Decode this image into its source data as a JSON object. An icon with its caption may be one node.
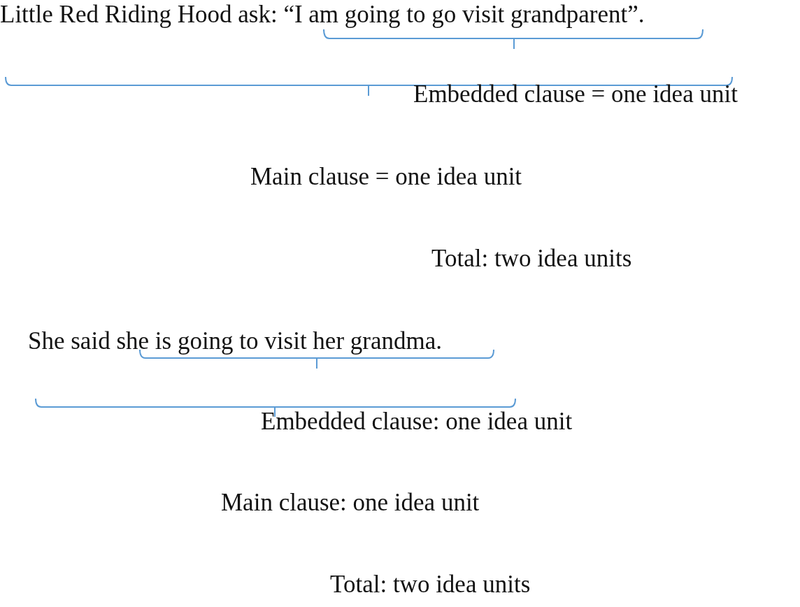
{
  "diagram": {
    "labels": [
      "Little Red Riding Hood ask: “I am going to go visit grandparent”.",
      "Embedded clause = one idea unit",
      "Main clause = one idea unit",
      "Total: two idea units",
      "She said she is going to visit her grandma.",
      "Embedded clause: one idea unit",
      "Main clause: one idea unit",
      "Total: two idea units"
    ]
  }
}
